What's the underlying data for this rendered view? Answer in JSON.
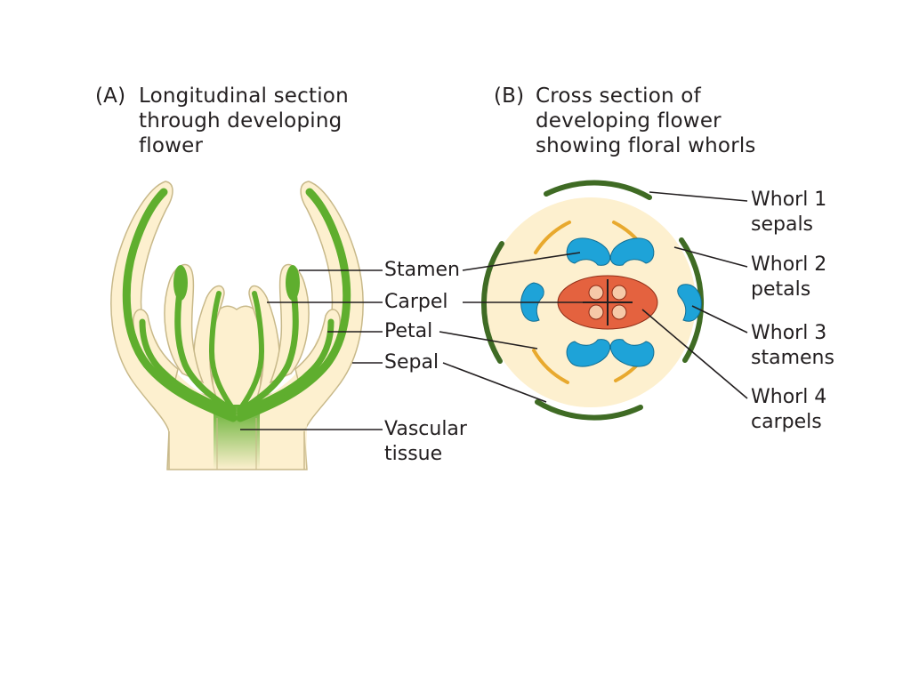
{
  "panel_a": {
    "tag": "(A)",
    "title_lines": [
      "Longitudinal section",
      "through developing",
      "flower"
    ],
    "labels": {
      "stamen": "Stamen",
      "carpel": "Carpel",
      "petal": "Petal",
      "sepal": "Sepal",
      "vascular_1": "Vascular",
      "vascular_2": "tissue"
    }
  },
  "panel_b": {
    "tag": "(B)",
    "title_lines": [
      "Cross section of",
      "developing flower",
      "showing floral whorls"
    ],
    "whorls": [
      {
        "name": "Whorl 1",
        "organ": "sepals"
      },
      {
        "name": "Whorl 2",
        "organ": "petals"
      },
      {
        "name": "Whorl 3",
        "organ": "stamens"
      },
      {
        "name": "Whorl 4",
        "organ": "carpels"
      }
    ]
  },
  "colors": {
    "tissue": "#fdf0cf",
    "tissue_outline": "#c8b98a",
    "vascular": "#5fae2e",
    "sepal_ring": "#3f6b24",
    "petal_ring": "#e8a92e",
    "stamen": "#1ea3d8",
    "carpel": "#e4623f",
    "ovule": "#f6c9a8",
    "leader_line": "#231f20"
  }
}
